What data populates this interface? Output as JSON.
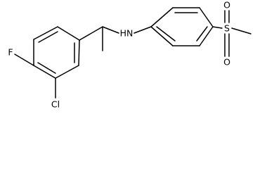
{
  "molecule": {
    "atoms": {
      "F": "F",
      "Cl": "Cl",
      "NH": "HN",
      "S": "S",
      "O_top": "O",
      "O_bottom": "O"
    }
  }
}
